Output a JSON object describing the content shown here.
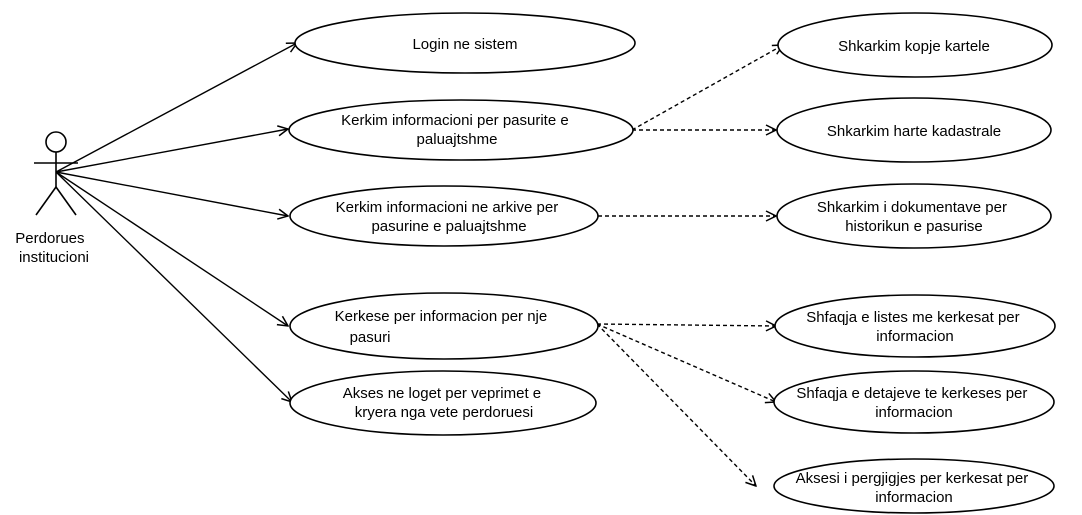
{
  "actor": {
    "label_lines": [
      "Perdorues",
      "institucioni"
    ]
  },
  "use_cases": [
    {
      "id": "login",
      "lines": [
        "Login ne sistem"
      ]
    },
    {
      "id": "kerkim-pasuri",
      "lines": [
        "Kerkim informacioni per pasurite e",
        "paluajtshme"
      ]
    },
    {
      "id": "kerkim-arkive",
      "lines": [
        "Kerkim informacioni ne arkive per",
        "pasurine e paluajtshme"
      ]
    },
    {
      "id": "kerkese-info",
      "lines": [
        "Kerkese per informacion per nje",
        "pasuri"
      ]
    },
    {
      "id": "akses-loget",
      "lines": [
        "Akses ne loget per veprimet e",
        "kryera nga vete perdoruesi"
      ]
    },
    {
      "id": "shkarkim-kartele",
      "lines": [
        "Shkarkim kopje kartele"
      ]
    },
    {
      "id": "shkarkim-harte",
      "lines": [
        "Shkarkim harte kadastrale"
      ]
    },
    {
      "id": "shkarkim-dokumente",
      "lines": [
        "Shkarkim i dokumentave per",
        "historikun e pasurise"
      ]
    },
    {
      "id": "shfaqja-listes",
      "lines": [
        "Shfaqja e listes me kerkesat per",
        "informacion"
      ]
    },
    {
      "id": "shfaqja-detajeve",
      "lines": [
        "Shfaqja e detajeve te kerkeses per",
        "informacion"
      ]
    },
    {
      "id": "aksesi-pergjigjes",
      "lines": [
        "Aksesi i pergjigjes per kerkesat per",
        "informacion"
      ]
    }
  ],
  "associations": [
    "login",
    "kerkim-pasuri",
    "kerkim-arkive",
    "kerkese-info",
    "akses-loget"
  ],
  "dependencies": [
    {
      "from": "kerkim-pasuri",
      "to": "shkarkim-kartele"
    },
    {
      "from": "kerkim-pasuri",
      "to": "shkarkim-harte"
    },
    {
      "from": "kerkim-arkive",
      "to": "shkarkim-dokumente"
    },
    {
      "from": "kerkese-info",
      "to": "shfaqja-listes"
    },
    {
      "from": "kerkese-info",
      "to": "shfaqja-detajeve"
    },
    {
      "from": "kerkese-info",
      "to": "aksesi-pergjigjes"
    }
  ]
}
